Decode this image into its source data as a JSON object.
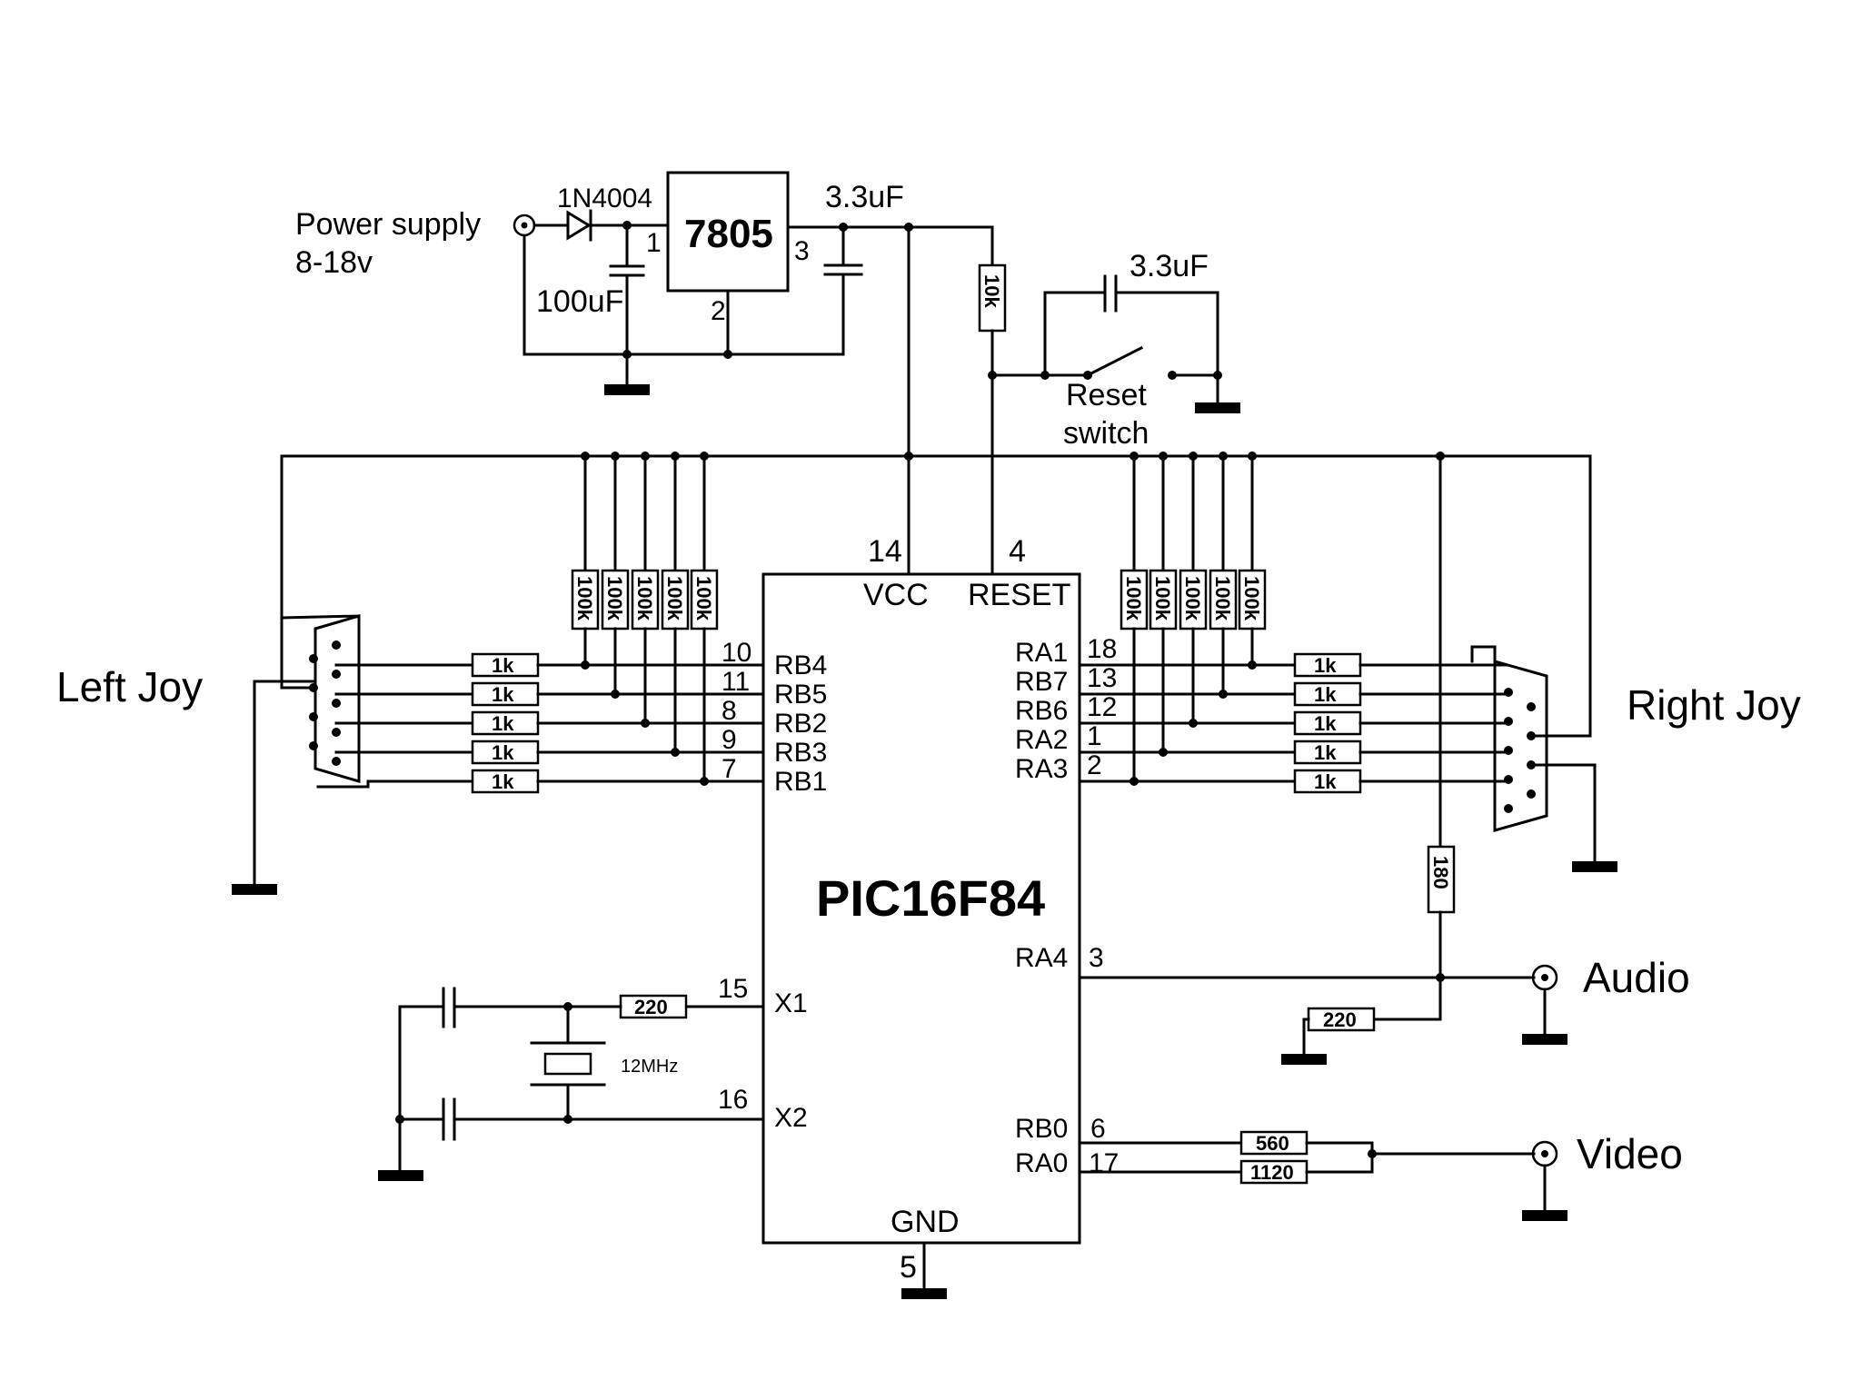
{
  "power": {
    "label_line1": "Power supply",
    "label_line2": "8-18v",
    "diode": "1N4004",
    "input_cap": "100uF",
    "regulator": "7805",
    "reg_pin_in": "1",
    "reg_pin_gnd": "2",
    "reg_pin_out": "3",
    "output_cap": "3.3uF"
  },
  "reset": {
    "pullup": "10k",
    "cap": "3.3uF",
    "switch_line1": "Reset",
    "switch_line2": "switch"
  },
  "chip": {
    "name": "PIC16F84",
    "vcc_label": "VCC",
    "vcc_pin": "14",
    "reset_label": "RESET",
    "reset_pin": "4",
    "gnd_label": "GND",
    "gnd_pin": "5",
    "left_pins": [
      {
        "pin": "10",
        "name": "RB4"
      },
      {
        "pin": "11",
        "name": "RB5"
      },
      {
        "pin": "8",
        "name": "RB2"
      },
      {
        "pin": "9",
        "name": "RB3"
      },
      {
        "pin": "7",
        "name": "RB1"
      }
    ],
    "right_pins": [
      {
        "pin": "18",
        "name": "RA1"
      },
      {
        "pin": "13",
        "name": "RB7"
      },
      {
        "pin": "12",
        "name": "RB6"
      },
      {
        "pin": "1",
        "name": "RA2"
      },
      {
        "pin": "2",
        "name": "RA3"
      }
    ],
    "x1_label": "X1",
    "x1_pin": "15",
    "x2_label": "X2",
    "x2_pin": "16",
    "ra4_label": "RA4",
    "ra4_pin": "3",
    "rb0_label": "RB0",
    "rb0_pin": "6",
    "ra0_label": "RA0",
    "ra0_pin": "17"
  },
  "joysticks": {
    "left_label": "Left Joy",
    "right_label": "Right Joy",
    "pullup_value": "100k",
    "series_value": "1k"
  },
  "oscillator": {
    "resistor": "220",
    "crystal": "12MHz"
  },
  "audio": {
    "label": "Audio",
    "series_res": "180",
    "shunt_res": "220"
  },
  "video": {
    "label": "Video",
    "res_a": "560",
    "res_b": "1120"
  }
}
